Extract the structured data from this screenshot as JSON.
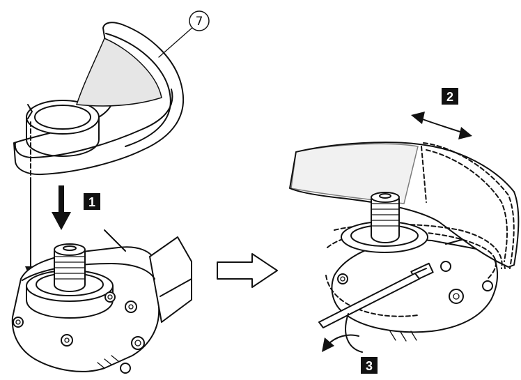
{
  "figure": {
    "callout_number": "7",
    "steps": [
      {
        "label": "1"
      },
      {
        "label": "2"
      },
      {
        "label": "3"
      }
    ]
  },
  "colors": {
    "line": "#111111",
    "badge_fill": "#111111",
    "badge_text": "#ffffff",
    "background": "#ffffff"
  },
  "icons": {
    "transition_arrow": "outlined-right-arrow",
    "rotation_arrow": "double-headed-curved-arrow",
    "tighten_arrow": "curved-arrow"
  }
}
